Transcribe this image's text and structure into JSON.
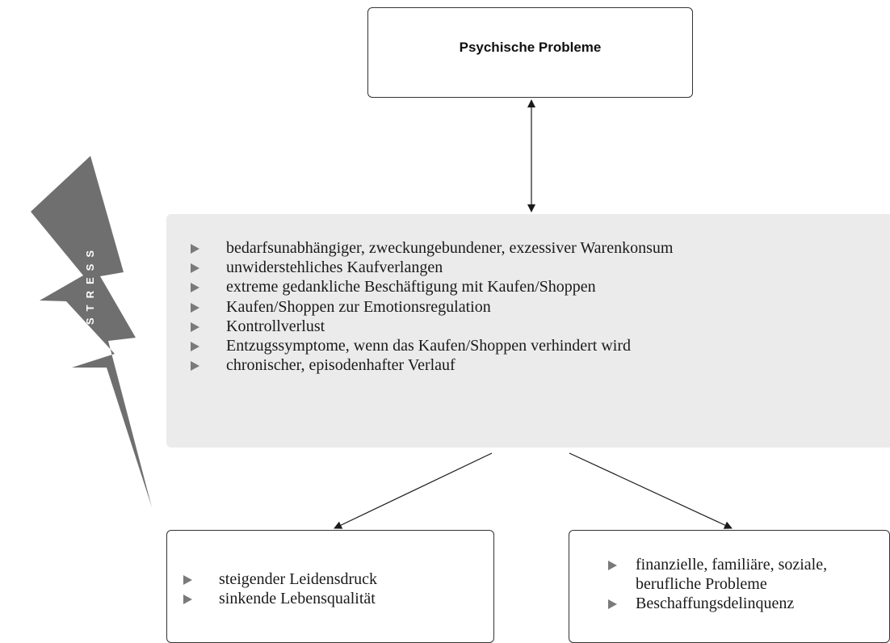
{
  "top_box": {
    "title": "Psychische Probleme"
  },
  "side_label": "STRESS",
  "center_panel": {
    "items": [
      "bedarfsunabhängiger, zweckungebundener, exzessiver Warenkonsum",
      "unwiderstehliches Kaufverlangen",
      "extreme gedankliche Beschäftigung mit Kaufen/Shoppen",
      "Kaufen/Shoppen zur Emotionsregulation",
      "Kontrollverlust",
      "Entzugssymptome, wenn das Kaufen/Shoppen verhindert wird",
      "chronischer, episodenhafter Verlauf"
    ]
  },
  "bottom_left": {
    "items": [
      "steigender Leidensdruck",
      "sinkende Lebensqualität"
    ]
  },
  "bottom_right": {
    "items": [
      "finanzielle, familiäre, soziale, berufliche Probleme",
      "Beschaffungsdelinquenz"
    ]
  },
  "colors": {
    "panel_bg": "#ebebeb",
    "lightning": "#6f6f6f",
    "bullet": "#7a7a7a",
    "line": "#1a1a1a"
  }
}
